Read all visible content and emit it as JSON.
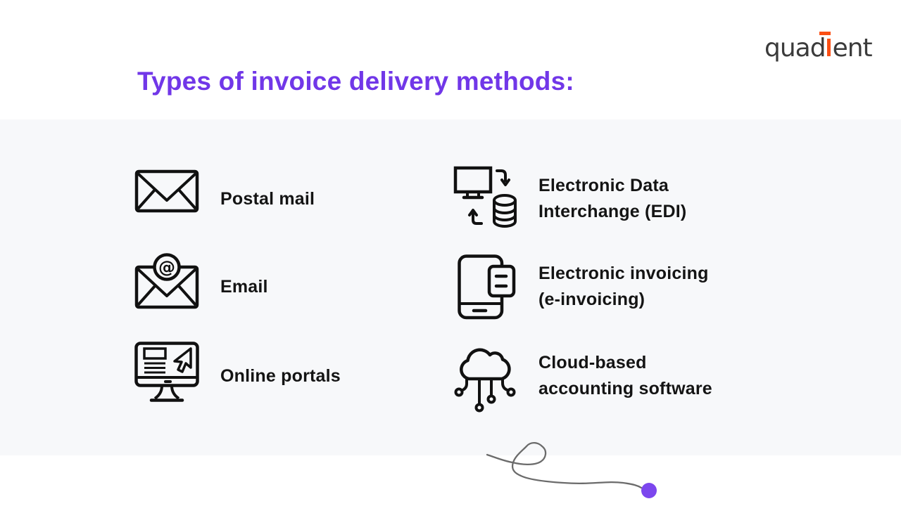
{
  "page": {
    "title": "Types of invoice delivery methods:",
    "background": "#ffffff",
    "band_background": "#f7f8fa"
  },
  "brand": {
    "name": "quadient",
    "logo_pre": "quad",
    "logo_post": "ent",
    "accent_color": "#fb4f14",
    "text_color": "#3b3b3b"
  },
  "colors": {
    "title": "#7137e8",
    "label_text": "#141414",
    "icon_stroke": "#111111",
    "squiggle": "#6b6b6b",
    "dot": "#7c46ee"
  },
  "methods": {
    "left": [
      {
        "label": "Postal mail",
        "icon": "envelope-icon"
      },
      {
        "label": "Email",
        "icon": "email-envelope-at-icon"
      },
      {
        "label": "Online portals",
        "icon": "monitor-cursor-icon"
      }
    ],
    "right": [
      {
        "lines": [
          "Electronic Data",
          "Interchange (EDI)"
        ],
        "icon": "computer-database-sync-icon"
      },
      {
        "lines": [
          "Electronic invoicing",
          "(e-invoicing)"
        ],
        "icon": "smartphone-invoice-icon"
      },
      {
        "lines": [
          "Cloud-based",
          "accounting software"
        ],
        "icon": "cloud-network-icon"
      }
    ]
  },
  "glyphs": {
    "at_symbol": "@"
  }
}
